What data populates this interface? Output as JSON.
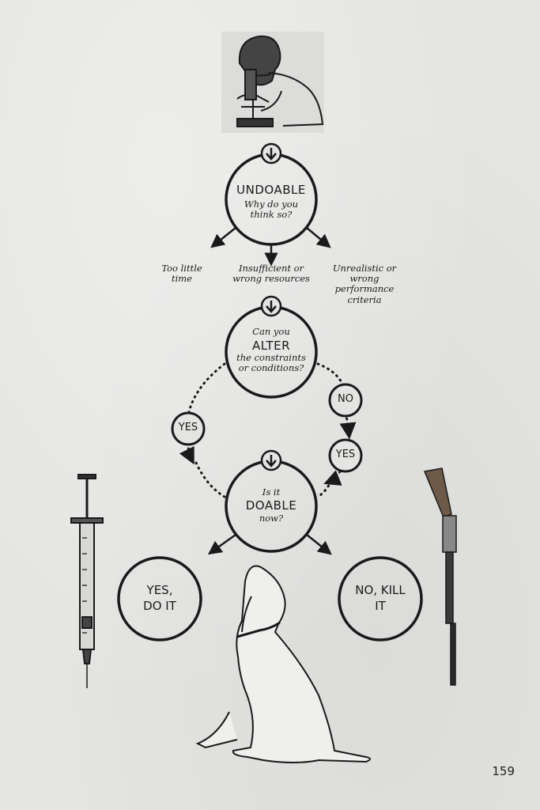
{
  "nodes": {
    "undoable": {
      "title": "UNDOABLE",
      "question": "Why do you think so?"
    },
    "alter": {
      "pre": "Can you",
      "title": "ALTER",
      "post": "the constraints or conditions?"
    },
    "doable": {
      "pre": "Is it",
      "title": "DOABLE",
      "post": "now?"
    },
    "yes_do_it": {
      "label": "YES, DO IT"
    },
    "no_kill_it": {
      "label": "NO, KILL IT"
    }
  },
  "reasons": [
    "Too little time",
    "Insufficient or wrong resources",
    "Unrealistic or wrong performance criteria"
  ],
  "pills": {
    "yes_left": "YES",
    "no_right": "NO",
    "yes_right": "YES"
  },
  "page_number": "159",
  "illustrations": [
    "microscope-scientist-illustration",
    "syringe-illustration",
    "rifle-illustration",
    "dog-illustration"
  ],
  "colors": {
    "ink": "#1a1a1a",
    "paper": "#e4e4e2"
  }
}
